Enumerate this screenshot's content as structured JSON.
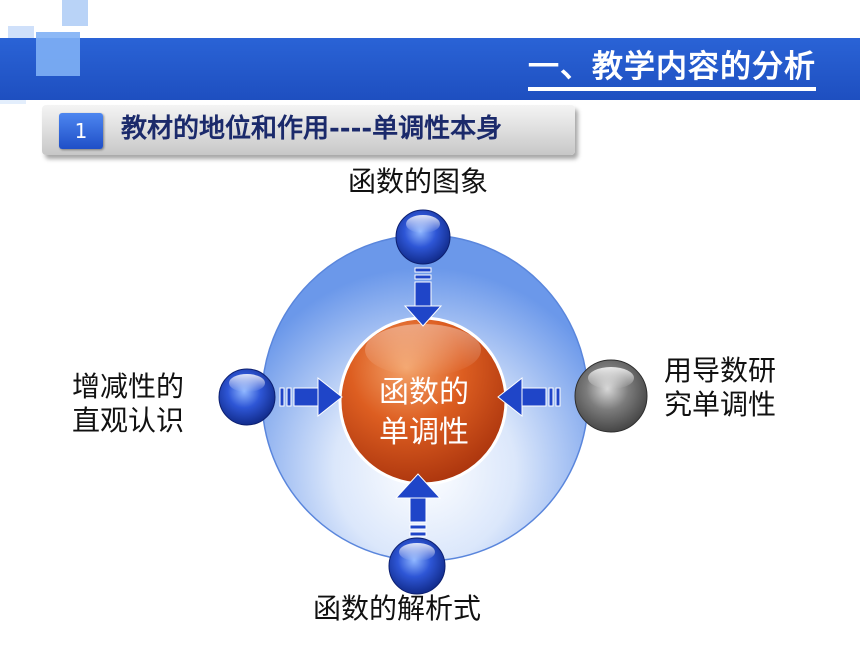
{
  "header": {
    "title": "一、教学内容的分析"
  },
  "section": {
    "number": "1",
    "title": "教材的地位和作用----单调性本身"
  },
  "diagram": {
    "center_line1": "函数的",
    "center_line2": "单调性",
    "top_label": "函数的图象",
    "left_line1": "增减性的",
    "left_line2": "直观认识",
    "right_line1": "用导数研",
    "right_line2": "究单调性",
    "bottom_label": "函数的解析式"
  },
  "colors": {
    "header_blue": "#1e4fc0",
    "orb_blue": "#1f45c8",
    "orb_gray": "#666666",
    "center_orange": "#d4541b",
    "outer_circle": "#6fa0ee",
    "arrow_blue": "#1f45c8"
  }
}
